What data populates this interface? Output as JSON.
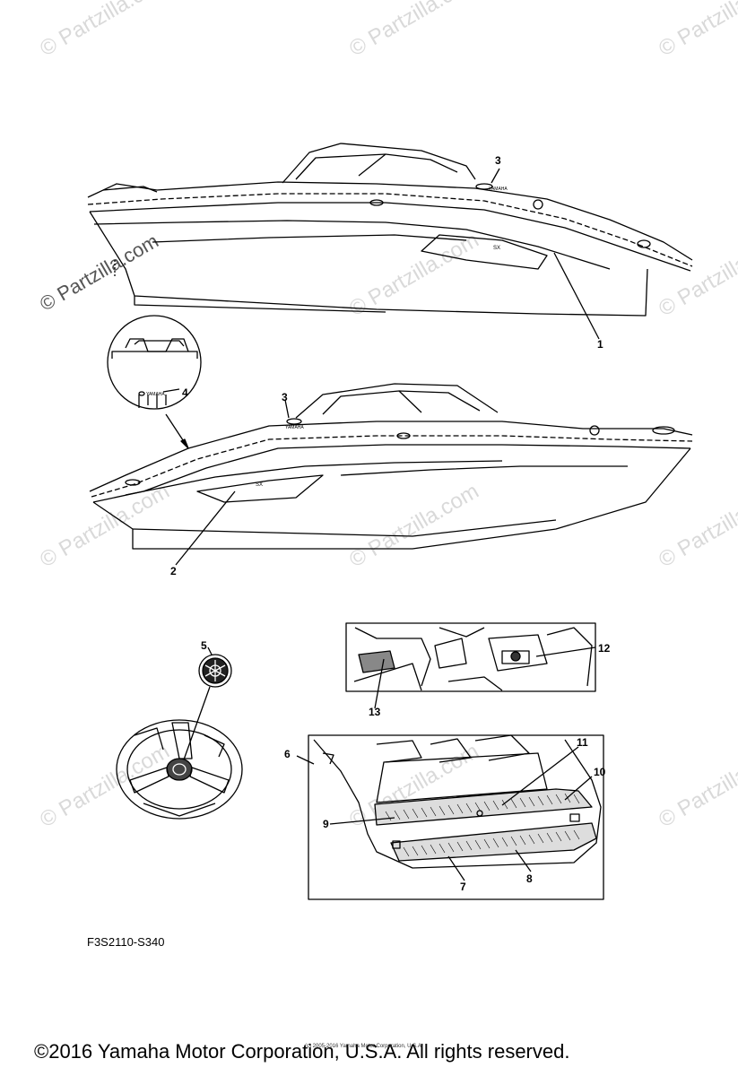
{
  "watermarks": {
    "small": "© Partzilla.com",
    "main": "© Partzilla.com"
  },
  "callouts": [
    "1",
    "2",
    "3",
    "3",
    "4",
    "5",
    "6",
    "7",
    "8",
    "9",
    "10",
    "11",
    "12",
    "13"
  ],
  "diagram_code": "F3S2110-S340",
  "copyright": "©2016 Yamaha Motor Corporation, U.S.A. All rights reserved.",
  "fine_print": "(c) 2005-2016 Yamaha Motor Corporation, U.S.A."
}
